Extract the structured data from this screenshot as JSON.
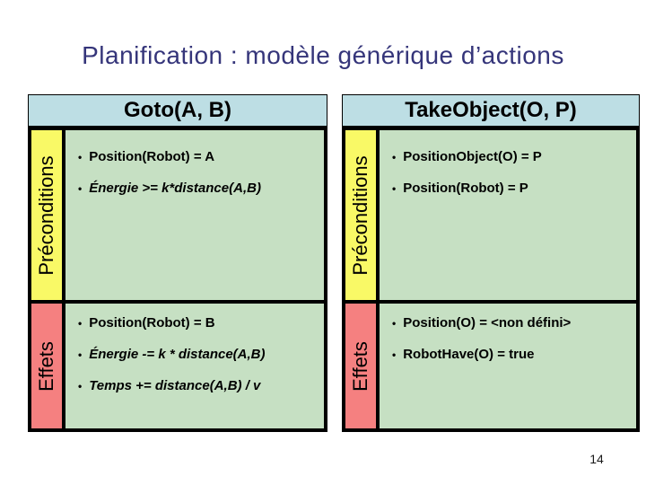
{
  "slide": {
    "title": "Planification : modèle générique d’actions",
    "page_number": "14"
  },
  "icons": {
    "bullet": "•"
  },
  "colors": {
    "title_color": "#35357A",
    "header_bg": "#BDDEE4",
    "preconditions_bg": "#F9F966",
    "effects_bg": "#F58080",
    "content_bg": "#C6E0C3",
    "border_color": "#000000"
  },
  "tables": [
    {
      "header": "Goto(A, B)",
      "preconditions_label": "Préconditions",
      "effects_label": "Effets",
      "preconditions": [
        {
          "text": "Position(Robot) = A",
          "italic": false
        },
        {
          "text": "Énergie >= k*distance(A,B)",
          "italic": true
        }
      ],
      "effects": [
        {
          "text": "Position(Robot) = B",
          "italic": false
        },
        {
          "text": "Énergie -= k * distance(A,B)",
          "italic": true
        },
        {
          "text": "Temps += distance(A,B) / v",
          "italic": true
        }
      ]
    },
    {
      "header": "TakeObject(O, P)",
      "preconditions_label": "Préconditions",
      "effects_label": "Effets",
      "preconditions": [
        {
          "text": "PositionObject(O) = P",
          "italic": false
        },
        {
          "text": "Position(Robot) = P",
          "italic": false
        }
      ],
      "effects": [
        {
          "text": "Position(O) = <non défini>",
          "italic": false
        },
        {
          "text": "RobotHave(O) = true",
          "italic": false
        }
      ]
    }
  ]
}
